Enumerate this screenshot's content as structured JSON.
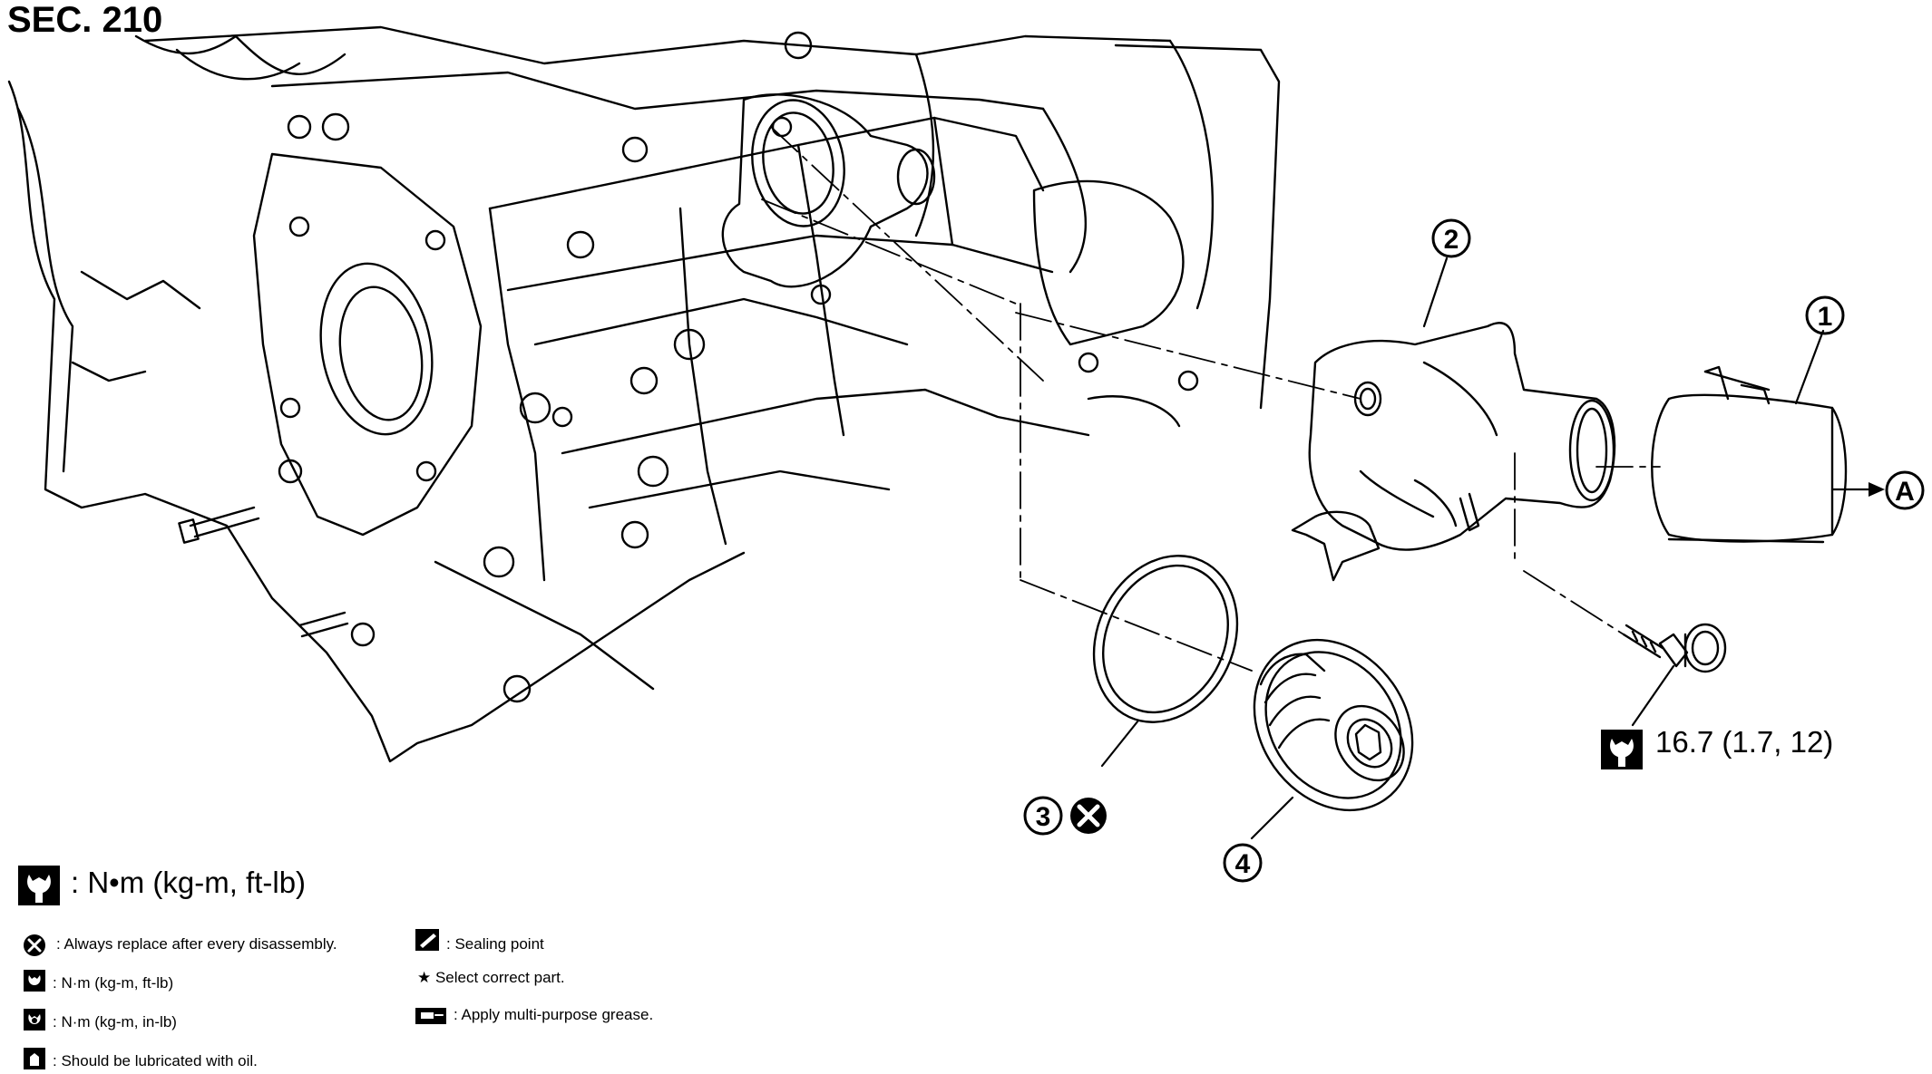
{
  "section": "SEC. 210",
  "callouts": {
    "part1": "1",
    "part2": "2",
    "part3": "3",
    "part4": "4",
    "view_a": "A"
  },
  "torque_spec": "16.7 (1.7, 12)",
  "torque_unit_main": ": N•m (kg-m, ft-lb)",
  "legend": {
    "replace": ": Always replace after every disassembly.",
    "nm_ftlb": ": N·m (kg-m, ft-lb)",
    "nm_inlb": ": N·m (kg-m, in-lb)",
    "oil": ": Should be lubricated with oil.",
    "sealing": ": Sealing point",
    "select": "★ Select correct part.",
    "grease": ": Apply multi-purpose grease."
  },
  "icons": [
    "torque-wrench-icon",
    "replace-x-icon",
    "oil-can-icon",
    "sealing-point-icon",
    "grease-icon"
  ]
}
